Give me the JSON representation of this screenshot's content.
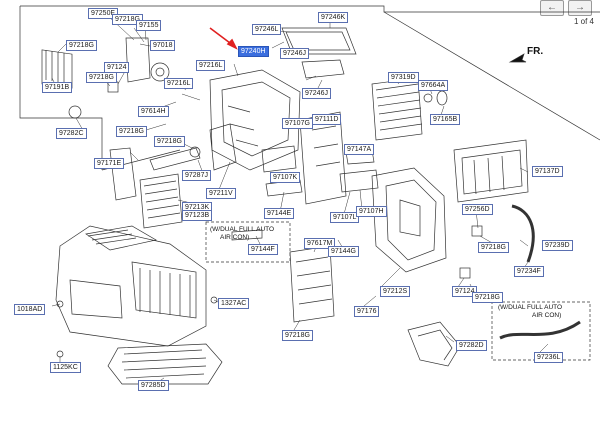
{
  "pager": {
    "back_icon": "arrow-left-icon",
    "forward_icon": "arrow-right-icon",
    "page_indicator": "1 of 4"
  },
  "direction": "FR.",
  "highlighted_part": "97240H",
  "notes": {
    "dual_1": [
      "(W/DUAL FULL AUTO",
      "AIR CON)"
    ],
    "dual_2": [
      "(W/DUAL FULL AUTO",
      "AIR CON)"
    ]
  },
  "labels": [
    "97250F",
    "97218G",
    "97155",
    "97218G",
    "97018",
    "97124",
    "97218G",
    "97191B",
    "97216L",
    "97216L",
    "97240H",
    "97246L",
    "97246K",
    "97246J",
    "97246J",
    "97282C",
    "97218G",
    "97614H",
    "97218G",
    "97171E",
    "97287J",
    "97211V",
    "97107G",
    "97111D",
    "97107K",
    "97213K",
    "97123B",
    "97144E",
    "97107L",
    "97107H",
    "97147A",
    "97319D",
    "97664A",
    "97165B",
    "97137D",
    "97256D",
    "97218G",
    "97239D",
    "97234F",
    "97144F",
    "97617M",
    "97144G",
    "97212S",
    "97124",
    "97218G",
    "97176",
    "97218G",
    "97282D",
    "97236L",
    "1018AD",
    "1327AC",
    "1125KC",
    "97285D"
  ]
}
